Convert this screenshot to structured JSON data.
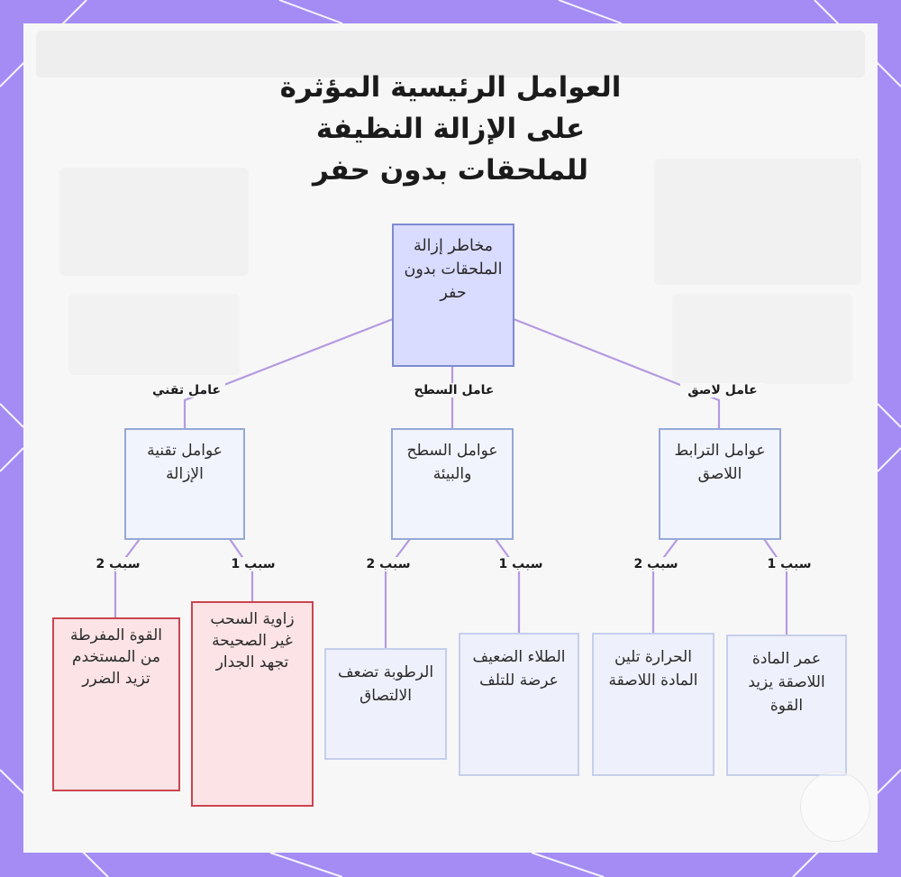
{
  "title": "العوامل الرئيسية المؤثرة على الإزالة النظيفة للملحقات بدون حفر",
  "colors": {
    "frame": "#a48cf4",
    "connector": "#b49ae0",
    "root_fill": "#d9dbff",
    "root_border": "#7f8ad0",
    "mid_fill": "#f2f4fd",
    "mid_border": "#95a8d7",
    "leaf_border": "#c5cfeb",
    "risk_fill": "#fbe3e6",
    "risk_border": "#c9454f"
  },
  "root": {
    "label": "مخاطر إزالة الملحقات بدون حفر"
  },
  "factors": [
    {
      "edge_label": "عامل لاصق",
      "label": "عوامل الترابط اللاصق",
      "causes": [
        {
          "edge_label": "سبب 1",
          "label": "عمر المادة اللاصقة يزيد القوة"
        },
        {
          "edge_label": "سبب 2",
          "label": "الحرارة تلين المادة اللاصقة"
        }
      ]
    },
    {
      "edge_label": "عامل السطح",
      "label": "عوامل السطح والبيئة",
      "causes": [
        {
          "edge_label": "سبب 1",
          "label": "الطلاء الضعيف عرضة للتلف"
        },
        {
          "edge_label": "سبب 2",
          "label": "الرطوبة تضعف الالتصاق"
        }
      ]
    },
    {
      "edge_label": "عامل تقني",
      "label": "عوامل تقنية الإزالة",
      "causes": [
        {
          "edge_label": "سبب 1",
          "label": "زاوية السحب غير الصحيحة تجهد الجدار"
        },
        {
          "edge_label": "سبب 2",
          "label": "القوة المفرطة من المستخدم تزيد الضرر"
        }
      ]
    }
  ]
}
